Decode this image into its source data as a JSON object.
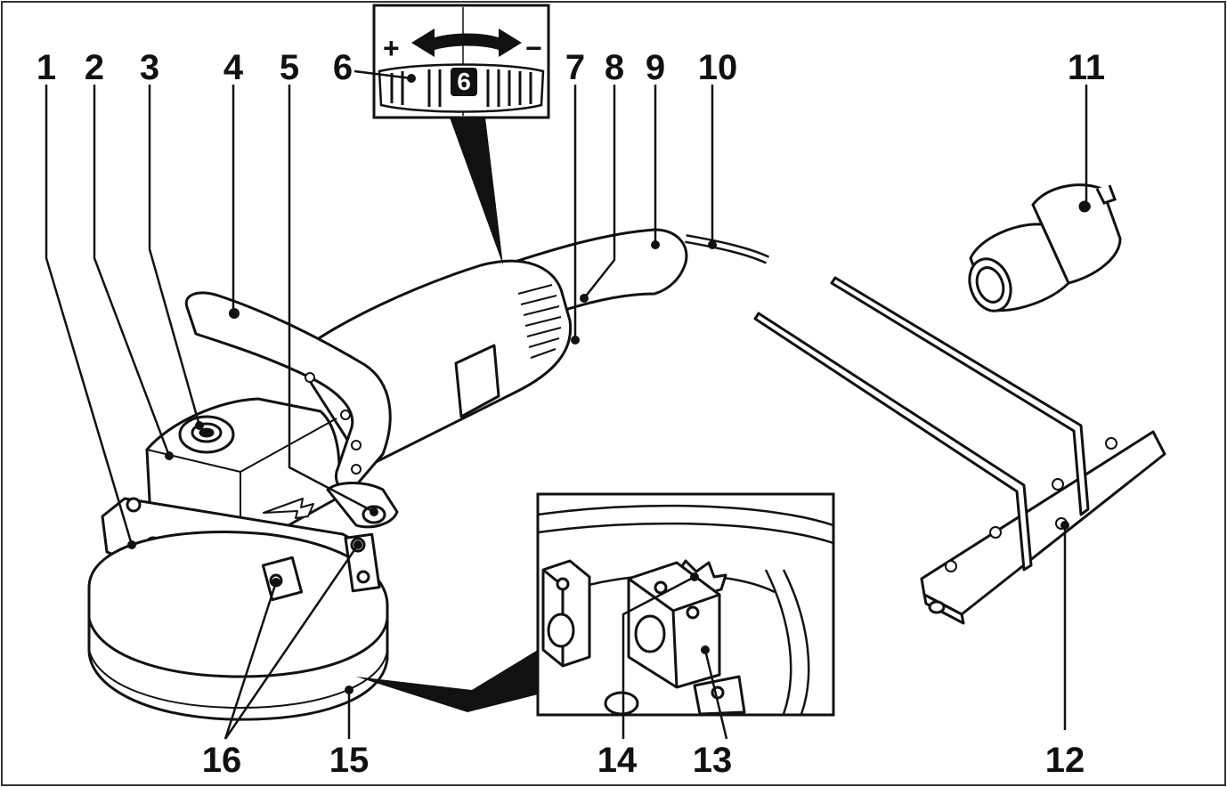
{
  "callouts": {
    "c1": "1",
    "c2": "2",
    "c3": "3",
    "c4": "4",
    "c5": "5",
    "c6": "6",
    "c7": "7",
    "c8": "8",
    "c9": "9",
    "c10": "10",
    "c11": "11",
    "c12": "12",
    "c13": "13",
    "c14": "14",
    "c15": "15",
    "c16": "16"
  },
  "speed_dial": {
    "plus": "+",
    "minus": "−",
    "value": "6"
  }
}
